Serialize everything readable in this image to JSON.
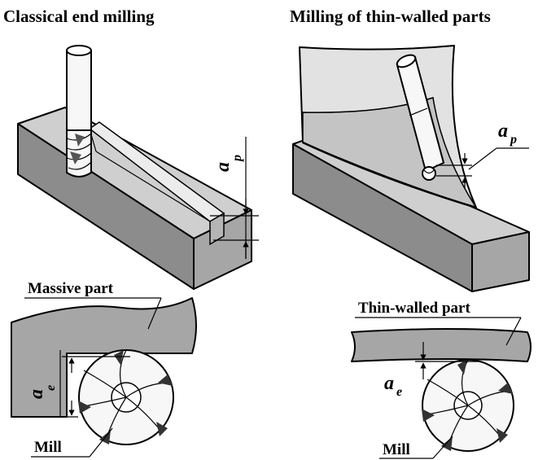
{
  "titles": {
    "left": "Classical end milling",
    "right": "Milling of thin-walled parts"
  },
  "labels": {
    "massive_part": "Massive part",
    "thin_walled_part": "Thin-walled part",
    "mill_left": "Mill",
    "mill_right": "Mill"
  },
  "symbols": {
    "axial_depth": {
      "main": "a",
      "sub": "p"
    },
    "radial_depth": {
      "main": "a",
      "sub": "e"
    }
  },
  "colors": {
    "dark_gray": "#8c8c8c",
    "mid_gray": "#a6a6a6",
    "light_gray": "#cfcfcf",
    "pale_gray": "#e2e2e2",
    "tool_white": "#f7f7f7",
    "line": "#000000"
  }
}
